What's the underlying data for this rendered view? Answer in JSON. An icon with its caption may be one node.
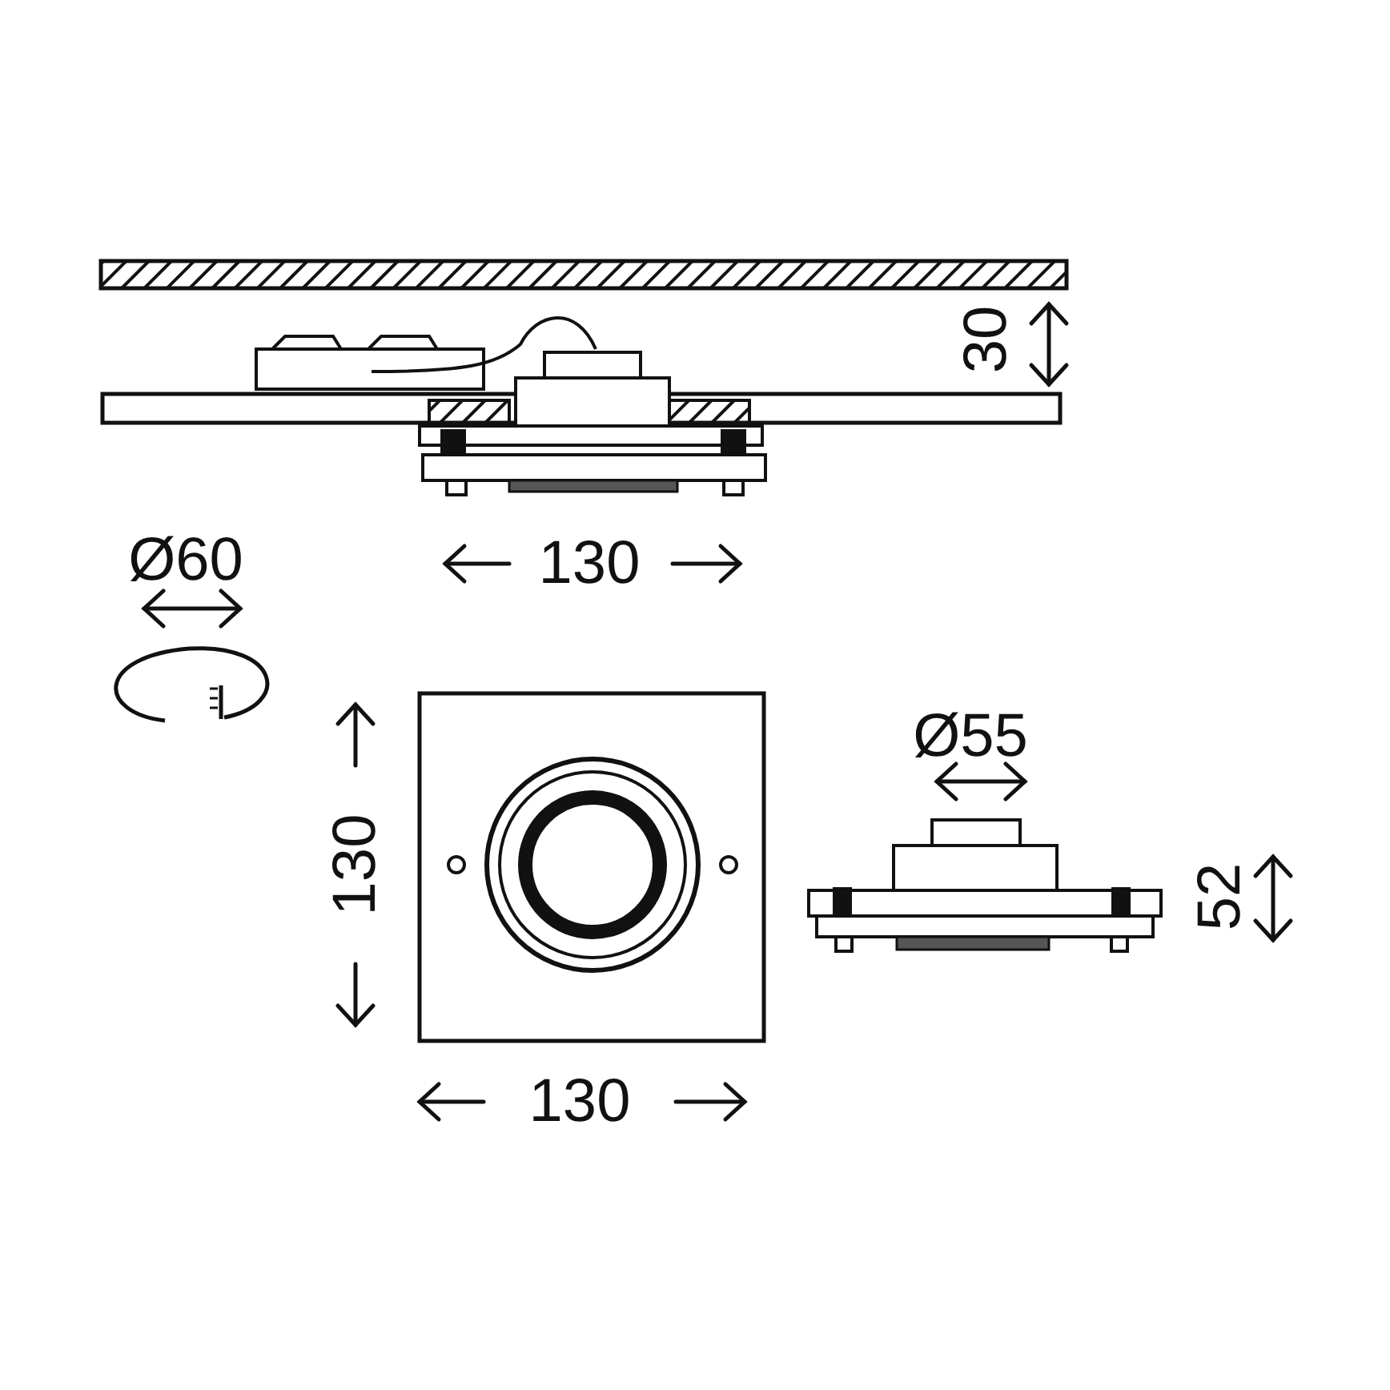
{
  "diagram": {
    "labels": [
      "30",
      "Ø60",
      "130",
      "Ø55",
      "130",
      "52",
      "130"
    ]
  }
}
